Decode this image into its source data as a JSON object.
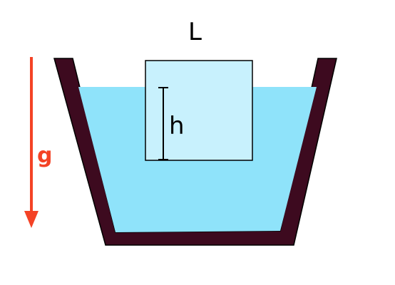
{
  "labels": {
    "width": "L",
    "submerged_depth": "h",
    "gravity": "g"
  },
  "colors": {
    "container_wall": "#3d0a1f",
    "water": "#8fe3fa",
    "block": "#c8f1fd",
    "outline": "#000000",
    "gravity_arrow": "#f44326",
    "text": "#000000"
  },
  "icons": {
    "gravity": "arrow-down-icon"
  }
}
